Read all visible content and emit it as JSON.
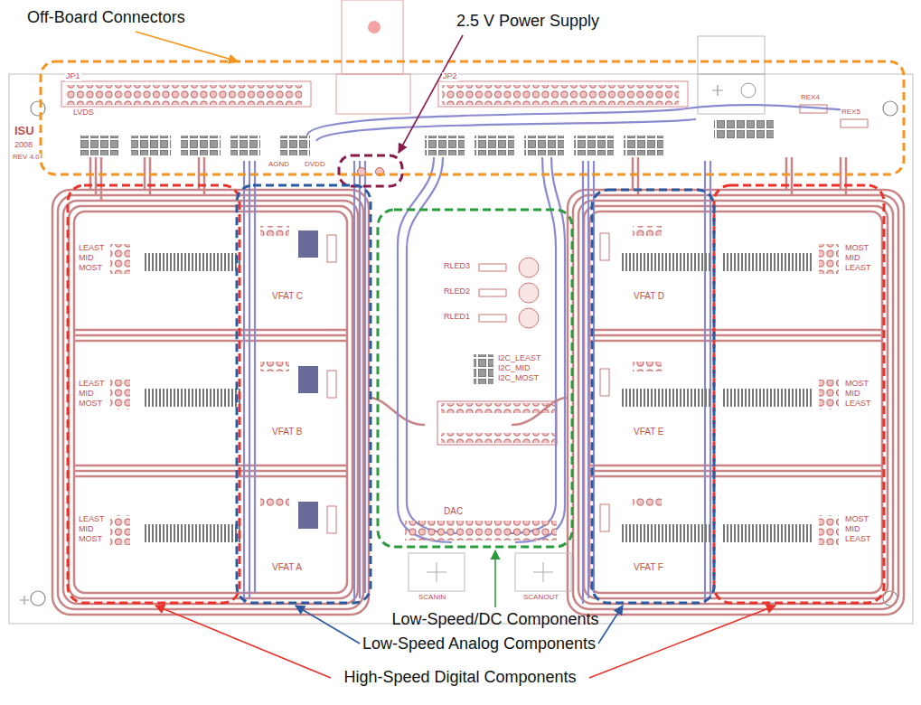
{
  "diagram": {
    "labels": [
      "Off-Board Connectors",
      "2.5 V Power Supply",
      "Low-Speed/DC Components",
      "Low-Speed Analog Components",
      "High-Speed Digital Components",
      "JP1",
      "LVDS",
      "JP2",
      "ISU",
      "2008",
      "REV 4.0",
      "AGND",
      "DVDD",
      "REX4",
      "REX5",
      "VFAT C",
      "VFAT B",
      "VFAT A",
      "VFAT D",
      "VFAT E",
      "VFAT F",
      "LEAST",
      "MID",
      "MOST",
      "LEAST",
      "MID",
      "MOST",
      "LEAST",
      "MID",
      "MOST",
      "MOST",
      "MID",
      "LEAST",
      "MOST",
      "MID",
      "LEAST",
      "MOST",
      "MID",
      "LEAST",
      "RLED3",
      "RLED2",
      "RLED1",
      "I2C_LEAST",
      "I2C_MID",
      "I2C_MOST",
      "DAC",
      "SCANIN",
      "SCANOUT"
    ]
  }
}
